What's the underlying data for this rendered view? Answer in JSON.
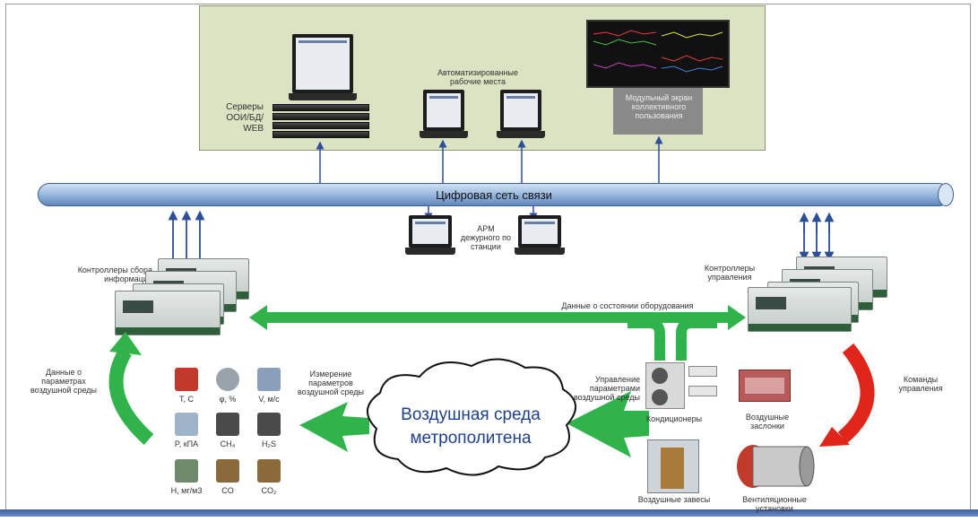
{
  "top_panel": {
    "servers_label": "Серверы ООИ/БД/ WEB",
    "workstations_label": "Автоматизированные рабочие места",
    "screen_label": "Модульный экран коллективного пользования"
  },
  "network": {
    "bus_label": "Цифровая сеть связи"
  },
  "duty_station": {
    "label": "АРМ дежурного по станции"
  },
  "controllers": {
    "info_label": "Контроллеры сбора информации",
    "control_label": "Контроллеры управления"
  },
  "flows": {
    "equipment_state": "Данные о состоянии оборудования",
    "air_params_data": "Данные о параметрах воздушной среды",
    "commands": "Команды управления",
    "measurement": "Измерение параметров воздушной среды",
    "control_params": "Управление параметрами воздушной среды"
  },
  "center_cloud": {
    "line1": "Воздушная среда",
    "line2": "метрополитена"
  },
  "sensors": [
    {
      "label": "T, C",
      "icon": "thermometer-icon"
    },
    {
      "label": "φ, %",
      "icon": "hygrometer-icon"
    },
    {
      "label": "V, м/с",
      "icon": "anemometer-icon"
    },
    {
      "label": "P, кПА",
      "icon": "pressure-sensor-icon"
    },
    {
      "label": "CH₄",
      "icon": "gas-sensor-icon"
    },
    {
      "label": "H₂S",
      "icon": "gas-sensor-icon"
    },
    {
      "label": "H, мг/м3",
      "icon": "dust-sensor-icon"
    },
    {
      "label": "CO",
      "icon": "gas-sensor-icon"
    },
    {
      "label": "CO₂",
      "icon": "gas-sensor-icon"
    }
  ],
  "equipment": {
    "conditioners": "Кондиционеры",
    "dampers": "Воздушные заслонки",
    "curtains": "Воздушные завесы",
    "ventilation": "Вентиляционные установки"
  },
  "colors": {
    "flow_green": "#2fb34a",
    "command_red": "#e0261b",
    "bus_blue": "#7fa3d3",
    "panel": "#dbe3c2"
  }
}
